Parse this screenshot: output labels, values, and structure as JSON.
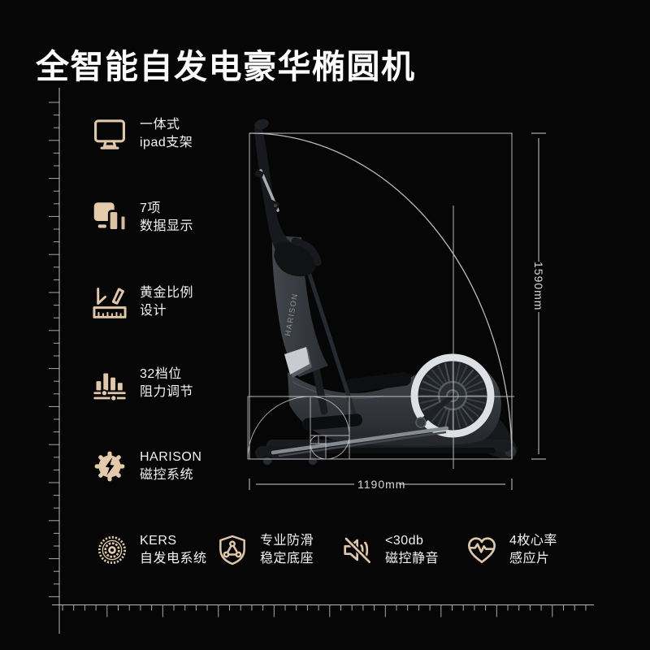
{
  "title": "全智能自发电豪华椭圆机",
  "side_features": [
    {
      "icon": "monitor-icon",
      "line1": "一体式",
      "line2": "ipad支架"
    },
    {
      "icon": "screens-icon",
      "line1": "7项",
      "line2": "数据显示"
    },
    {
      "icon": "golden-ratio-icon",
      "line1": "黄金比例",
      "line2": "设计"
    },
    {
      "icon": "resistance-icon",
      "line1": "32档位",
      "line2": "阻力调节"
    },
    {
      "icon": "gear-bolt-icon",
      "line1": "HARISON",
      "line2": "磁控系统"
    }
  ],
  "bottom_features": [
    {
      "icon": "flywheel-icon",
      "line1": "KERS",
      "line2": "自发电系统"
    },
    {
      "icon": "shield-icon",
      "line1": "专业防滑",
      "line2": "稳定底座"
    },
    {
      "icon": "mute-icon",
      "line1": "<30db",
      "line2": "磁控静音"
    },
    {
      "icon": "heart-rate-icon",
      "line1": "4枚心率",
      "line2": "感应片"
    }
  ],
  "dimensions": {
    "height_label": "1590mm",
    "width_label": "1190mm"
  },
  "machine_brand_label": "HARISON",
  "colors": {
    "background": "#060606",
    "icon_gold": "#dfc7a8",
    "overlay_line": "#d9d9d9",
    "text_white": "#f2f2f2",
    "flywheel_rim": "#dee1e4"
  }
}
